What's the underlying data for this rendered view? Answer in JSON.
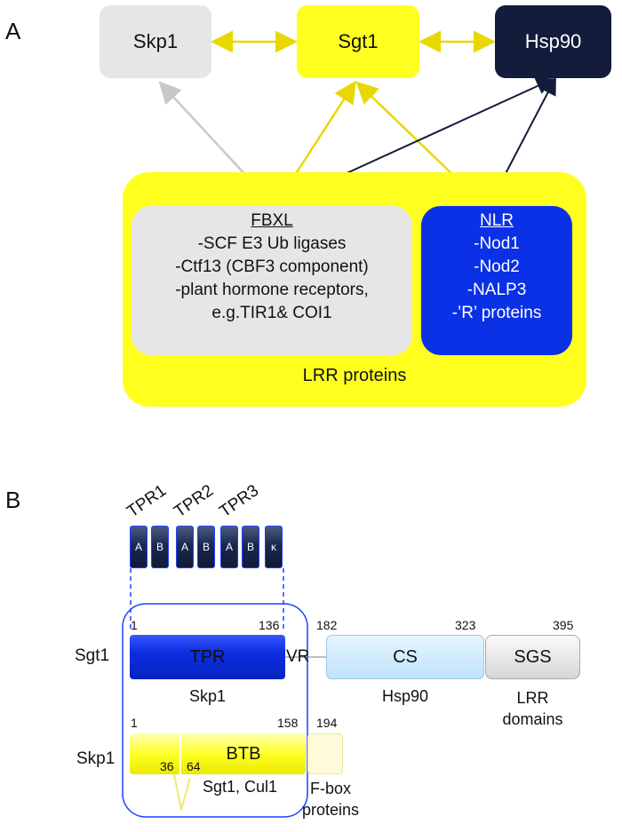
{
  "panel_a": {
    "label": "A",
    "skp1": "Skp1",
    "sgt1": "Sgt1",
    "hsp90": "Hsp90",
    "fbxl": {
      "title": "FBXL",
      "lines": [
        "-SCF E3 Ub ligases",
        "-Ctf13 (CBF3 component)",
        "-plant hormone receptors,",
        "e.g.TIR1& COI1"
      ]
    },
    "nlr": {
      "title": "NLR",
      "lines": [
        "-Nod1",
        "-Nod2",
        "-NALP3",
        "-’R’ proteins"
      ]
    },
    "lrr_label": "LRR proteins",
    "colors": {
      "skp1": "#e6e6e6",
      "sgt1": "#ffff1f",
      "hsp90": "#131c3a",
      "nlr": "#0a31e6",
      "lrr": "#ffff1f"
    }
  },
  "panel_b": {
    "label": "B",
    "tpr_labels": [
      "TPR1",
      "TPR2",
      "TPR3"
    ],
    "tpr_cells": [
      "A",
      "B",
      "A",
      "B",
      "A",
      "B",
      "κ"
    ],
    "sgt1_row": {
      "row_label": "Sgt1",
      "num_1": "1",
      "num_136": "136",
      "num_182": "182",
      "num_323": "323",
      "num_395": "395",
      "tpr": "TPR",
      "vr": "VR",
      "cs": "CS",
      "sgs": "SGS",
      "tpr_binding": "Skp1",
      "cs_binding": "Hsp90",
      "sgs_binding_1": "LRR",
      "sgs_binding_2": "domains"
    },
    "skp1_row": {
      "row_label": "Skp1",
      "num_1": "1",
      "num_158": "158",
      "num_194": "194",
      "num_36": "36",
      "num_64": "64",
      "btb": "BTB",
      "btb_binding": "Sgt1, Cul1",
      "fbox_binding_1": "F-box",
      "fbox_binding_2": "proteins"
    }
  }
}
